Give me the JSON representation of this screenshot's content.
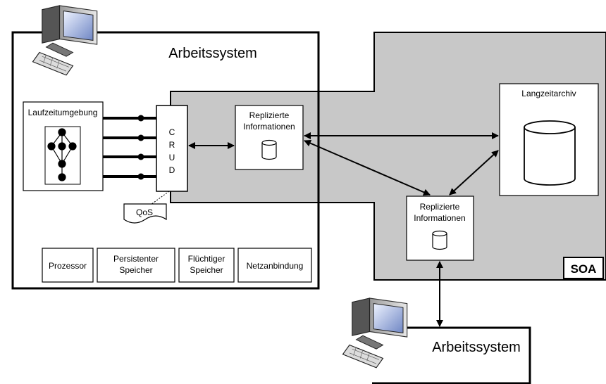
{
  "work_system_top": {
    "title": "Arbeitssystem",
    "runtime_label": "Laufzeitumgebung",
    "crud_letters": [
      "C",
      "R",
      "U",
      "D"
    ],
    "qos_label": "QoS",
    "resources": [
      {
        "lines": [
          "Prozessor"
        ]
      },
      {
        "lines": [
          "Persistenter",
          "Speicher"
        ]
      },
      {
        "lines": [
          "Flüchtiger",
          "Speicher"
        ]
      },
      {
        "lines": [
          "Netzanbindung"
        ]
      }
    ]
  },
  "soa": {
    "label": "SOA",
    "fill_color": "#c8c8c8",
    "replicated_top": [
      "Replizierte",
      "Informationen"
    ],
    "replicated_bottom": [
      "Replizierte",
      "Informationen"
    ],
    "archive_label": "Langzeitarchiv"
  },
  "work_system_bottom": {
    "title": "Arbeitssystem"
  },
  "icons": {
    "workstation": "computer-workstation-icon",
    "database": "database-cylinder-icon"
  }
}
